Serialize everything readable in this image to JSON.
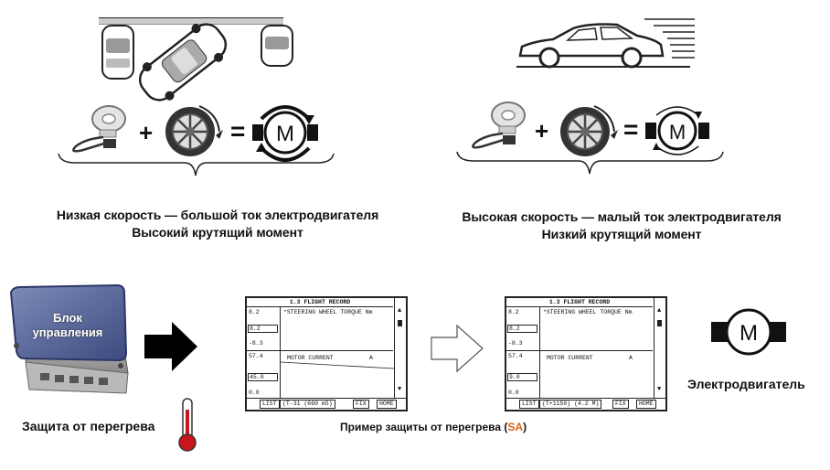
{
  "top_left": {
    "caption_line1": "Низкая скорость — большой ток электродвигателя",
    "caption_line2": "Высокий крутящий момент",
    "motor_letter": "M",
    "plus": "+",
    "equals": "="
  },
  "top_right": {
    "caption_line1": "Высокая скорость — малый ток электродвигателя",
    "caption_line2": "Низкий крутящий момент",
    "motor_letter": "M",
    "plus": "+",
    "equals": "="
  },
  "ecu": {
    "label_line1": "Блок",
    "label_line2": "управления",
    "caption": "Защита от перегрева"
  },
  "screen1": {
    "title": "1.3 FLIGHT RECORD",
    "row1_label": "*STEERING WHEEL TORQUE Nm",
    "top_value": "8.2",
    "box1": "8.2",
    "neg_value": "-8.3",
    "row2_label": "MOTOR CURRENT",
    "row2_unit": "A",
    "row2_top": "57.4",
    "box2": "45.0",
    "zero": "0.0",
    "btn_list": "LIST",
    "btn_info": "(T-31 (660 mS)",
    "btn_fix": "FIX",
    "btn_home": "HOME"
  },
  "screen2": {
    "title": "1.3 FLIGHT RECORD",
    "row1_label": "*STEERING WHEEL TORQUE Nm",
    "top_value": "8.2",
    "box1": "8.2",
    "neg_value": "-8.3",
    "row2_label": "MOTOR CURRENT",
    "row2_unit": "A",
    "row2_top": "57.4",
    "box2": "9.0",
    "zero": "0.0",
    "btn_list": "LIST",
    "btn_info": "(T+1150) (4.2 M)",
    "btn_fix": "FIX",
    "btn_home": "HOME"
  },
  "example_caption": {
    "prefix": "Пример защиты от перегрева (",
    "highlight": "SA",
    "suffix": ")",
    "highlight_color": "#e06010"
  },
  "motor_right": {
    "letter": "M",
    "caption": "Электродвигатель"
  }
}
